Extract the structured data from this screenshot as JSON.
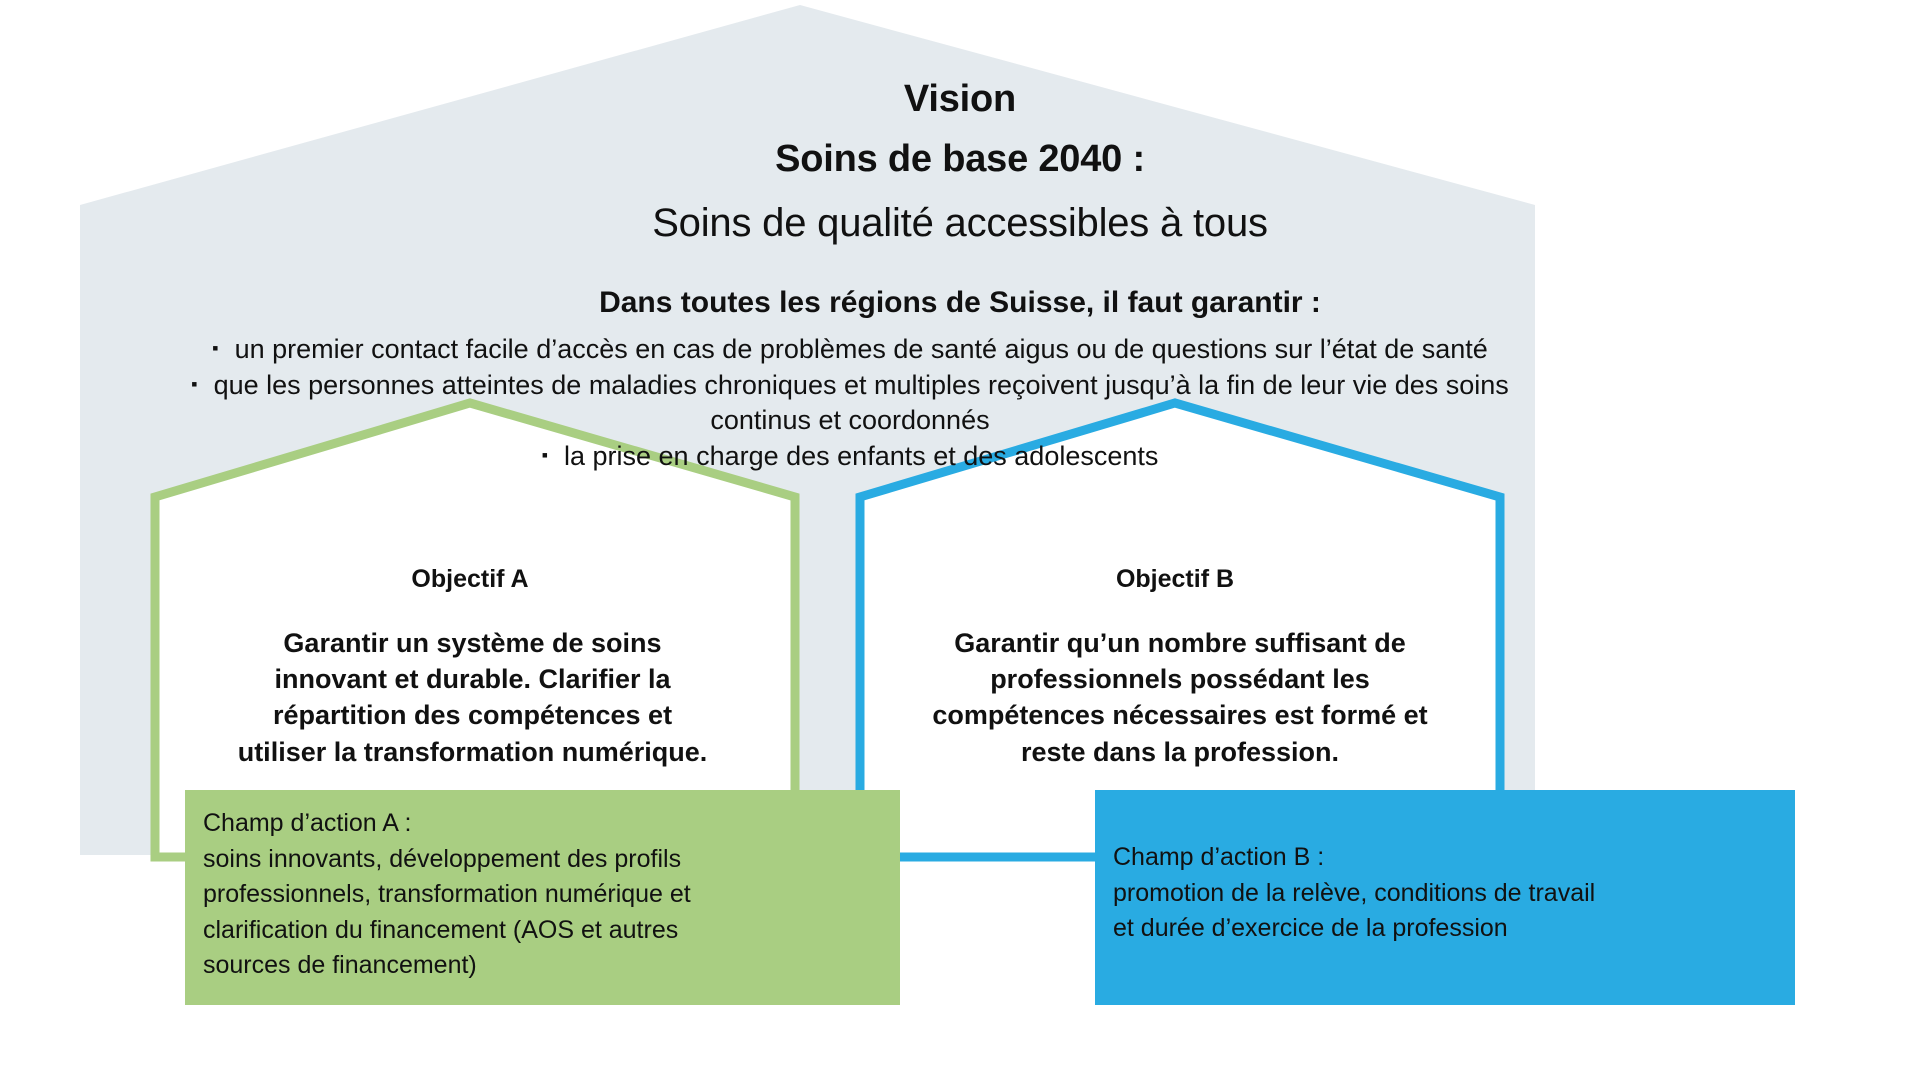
{
  "colors": {
    "background_house": "#E4EAEE",
    "green": "#A9CE82",
    "blue": "#29ABE2",
    "page": "#FFFFFF",
    "text": "#111111"
  },
  "header": {
    "title_line1": "Vision",
    "title_line2": "Soins de base 2040 :",
    "subtitle": "Soins de qualité accessibles à tous",
    "lead": "Dans toutes les régions de Suisse, il faut garantir :",
    "bullet_icon": "small-square-bullet",
    "bullets": [
      "un premier contact facile d’accès en cas de problèmes de santé aigus ou de questions sur l’état de santé",
      "que les personnes atteintes de maladies chroniques et multiples reçoivent jusqu’à la fin de leur vie des soins continus et coordonnés",
      "la prise en charge des enfants et des adolescents"
    ]
  },
  "objectives": [
    {
      "label": "Objectif A",
      "description": "Garantir un système de soins innovant et durable. Clarifier la répartition des compétences et utiliser la transformation numérique.",
      "action_title": "Champ d’action A :",
      "action_lines": [
        "soins innovants, développement des profils",
        "professionnels, transformation numérique et",
        "clarification du financement (AOS et autres",
        "sources de financement)"
      ],
      "accent_color": "#A9CE82"
    },
    {
      "label": "Objectif B",
      "description": "Garantir qu’un nombre suffisant de professionnels possédant les compétences nécessaires est formé et reste dans la profession.",
      "action_title": "Champ d’action B :",
      "action_lines": [
        "promotion de la relève, conditions de travail",
        "et durée d’exercice de la profession"
      ],
      "accent_color": "#29ABE2"
    }
  ]
}
